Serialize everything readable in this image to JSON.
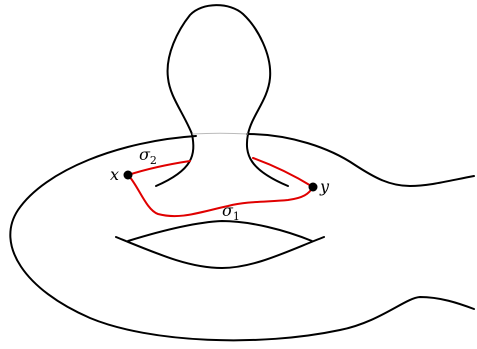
{
  "labels": {
    "x": "x",
    "y": "y",
    "sigma1": "σ",
    "sigma1_sub": "1",
    "sigma2": "σ",
    "sigma2_sub": "2"
  },
  "colors": {
    "surface": "#000000",
    "path": "#e00000",
    "point": "#000000"
  }
}
